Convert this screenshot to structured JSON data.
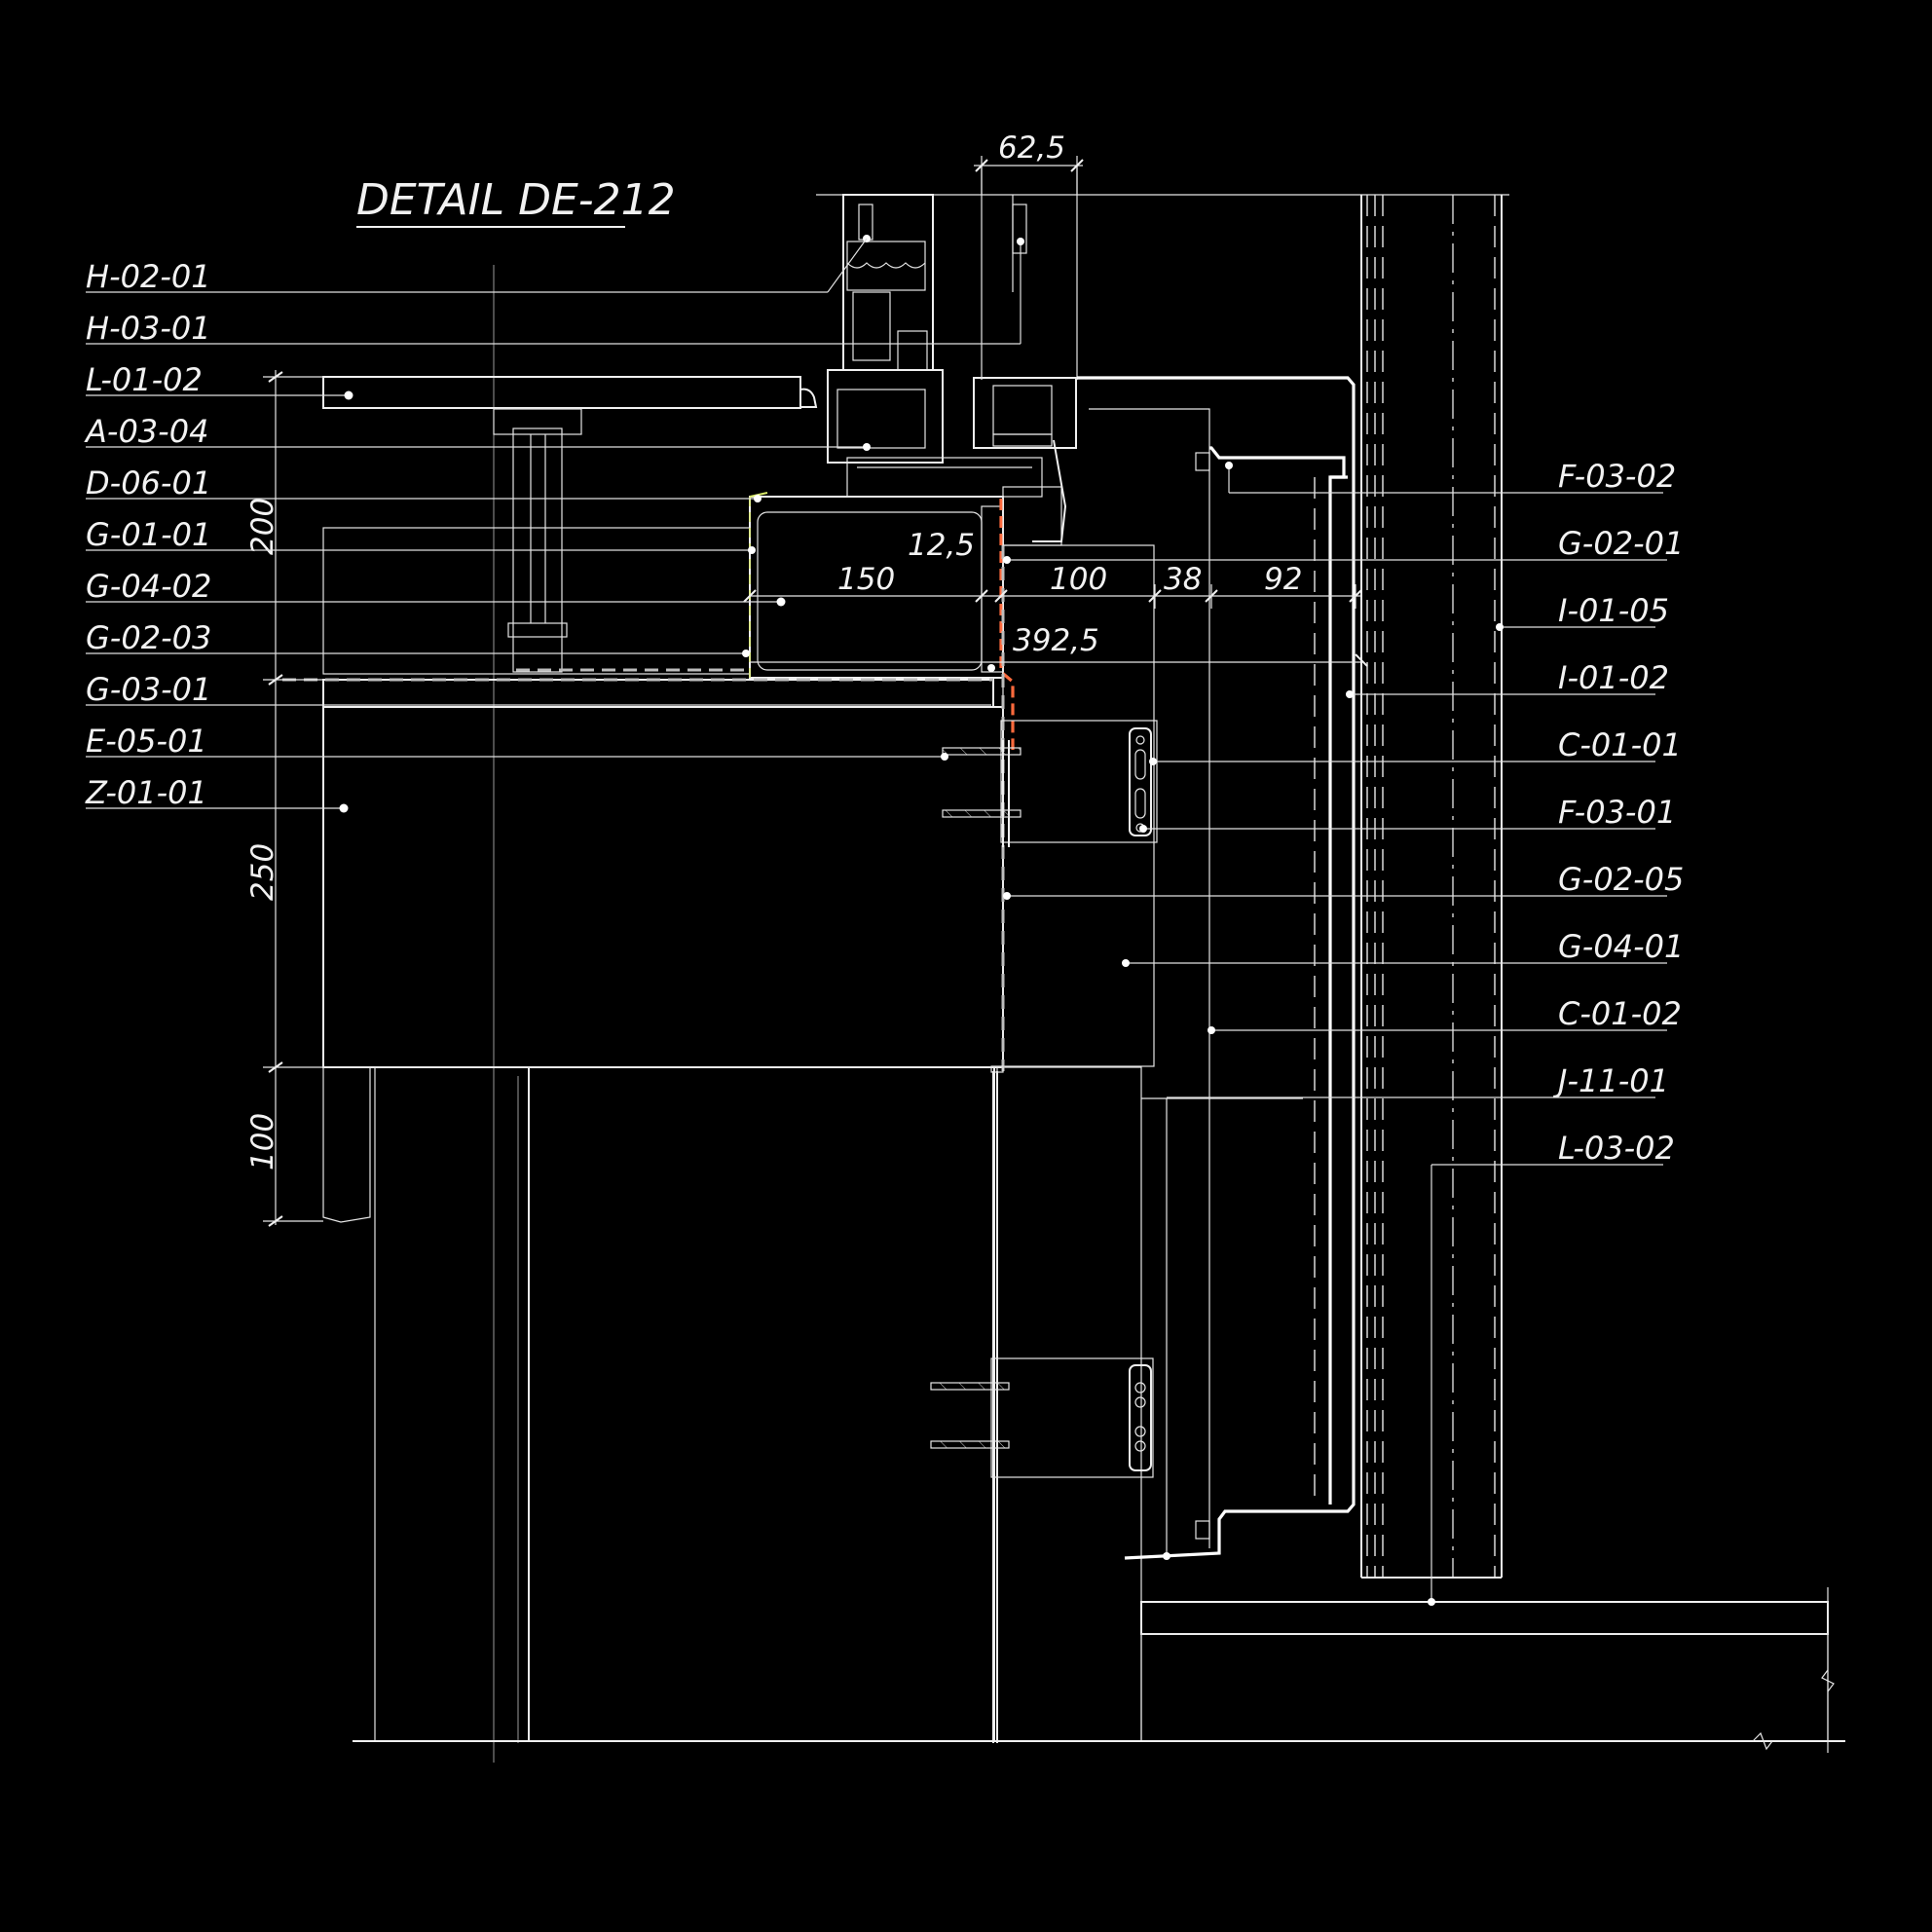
{
  "title": "DETAIL DE-212",
  "labels_left": [
    "H-02-01",
    "H-03-01",
    "L-01-02",
    "A-03-04",
    "D-06-01",
    "G-01-01",
    "G-04-02",
    "G-02-03",
    "G-03-01",
    "E-05-01",
    "Z-01-01"
  ],
  "labels_right": [
    "F-03-02",
    "G-02-01",
    "I-01-05",
    "I-01-02",
    "C-01-01",
    "F-03-01",
    "G-02-05",
    "G-04-01",
    "C-01-02",
    "J-11-01",
    "L-03-02"
  ],
  "dimensions": {
    "top": "62,5",
    "insulation_thickness": "12,5",
    "d150": "150",
    "d100": "100",
    "d38": "38",
    "d92": "92",
    "total": "392,5",
    "v200": "200",
    "v250": "250",
    "v100": "100"
  },
  "colors": {
    "background": "#000000",
    "linework": "#ffffff",
    "membrane": "#ff6a3d",
    "foil": "#d7e86a"
  }
}
